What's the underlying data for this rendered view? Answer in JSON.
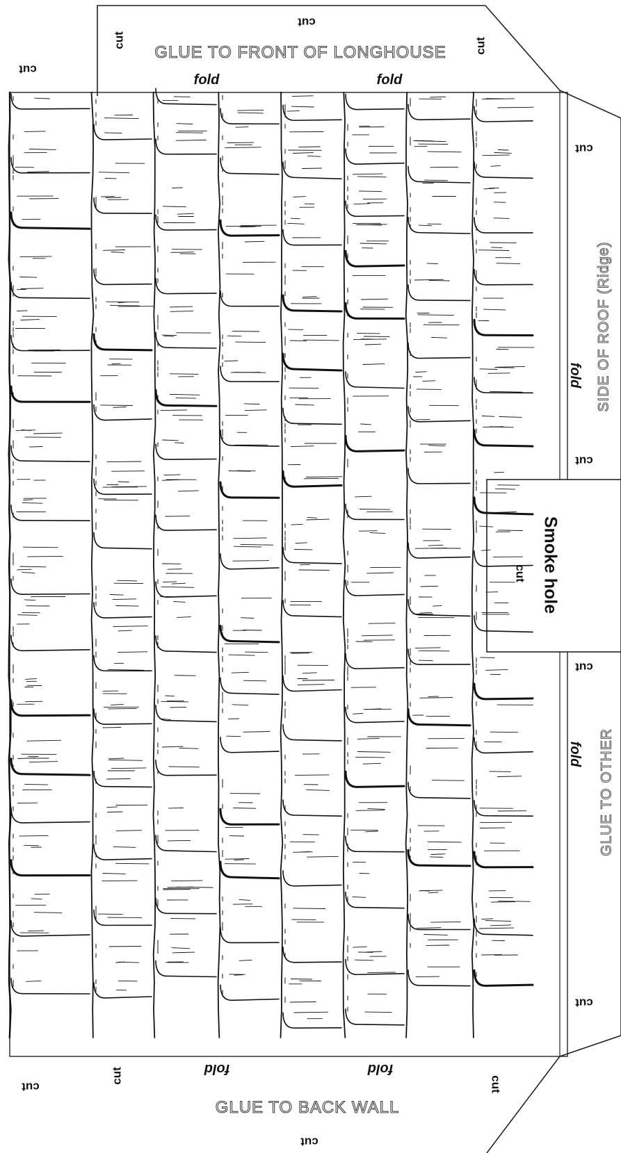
{
  "labels": {
    "cut": "cut",
    "fold": "fold",
    "glue_front": "GLUE TO FRONT OF LONGHOUSE",
    "glue_back": "GLUE TO BACK WALL",
    "side_roof": "SIDE OF ROOF (Ridge)",
    "glue_other": "GLUE TO OTHER",
    "smoke_hole": "Smoke hole"
  },
  "colors": {
    "ink": "#111111",
    "paper": "#ffffff",
    "outline_text": "#444444"
  }
}
